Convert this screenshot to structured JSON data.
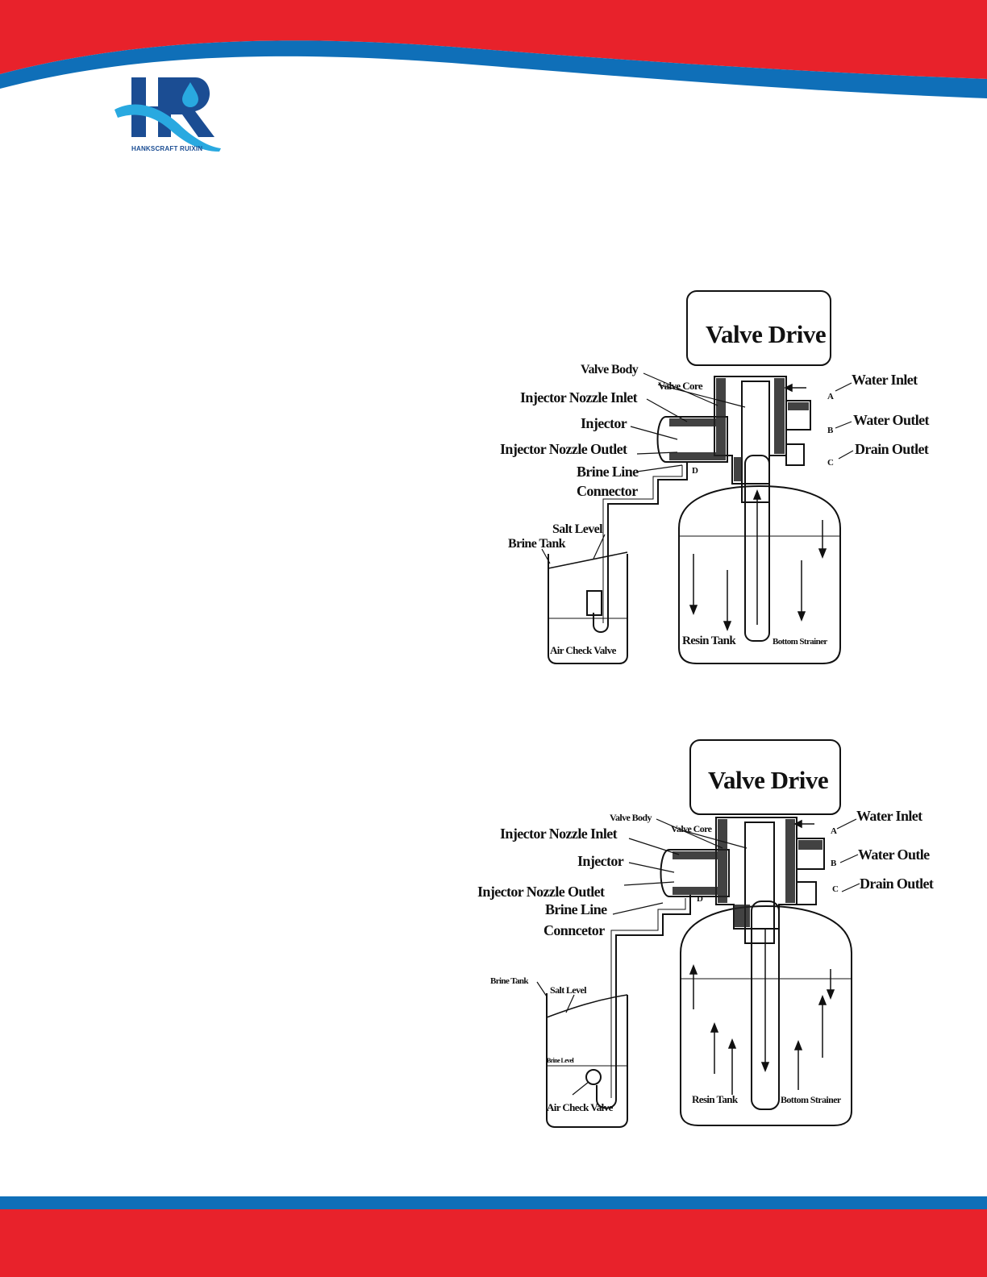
{
  "brand": {
    "name": "HANKSCRAFT RUIXIN",
    "colors": {
      "red": "#e8222b",
      "blue": "#0f6fb8",
      "navy": "#1b4d93",
      "light_blue": "#29a9e0"
    }
  },
  "diagrams": [
    {
      "valve_drive": "Valve Drive",
      "labels": {
        "valve_body": "Valve Body",
        "valve_core": "Valve Core",
        "injector_nozzle_inlet": "Injector Nozzle Inlet",
        "injector": "Injector",
        "injector_nozzle_outlet": "Injector Nozzle  Outlet",
        "brine_line": "Brine Line",
        "connector": "Connector",
        "salt_level": "Salt Level",
        "brine_tank": "Brine Tank",
        "air_check_valve": "Air Check Valve",
        "resin_tank": "Resin Tank",
        "bottom_strainer": "Bottom Strainer",
        "water_inlet": "Water Inlet",
        "water_outlet": "Water Outlet",
        "drain_outlet": "Drain Outlet"
      },
      "ports": {
        "a": "A",
        "b": "B",
        "c": "C",
        "d": "D"
      }
    },
    {
      "valve_drive": "Valve Drive",
      "labels": {
        "valve_body": "Valve Body",
        "valve_core": "Valve Core",
        "injector_nozzle_inlet": "Injector Nozzle Inlet",
        "injector": "Injector",
        "injector_nozzle_outlet": "Injector Nozzle  Outlet",
        "brine_line": "Brine Line",
        "connector": "Conncetor",
        "brine_tank": "Brine Tank",
        "salt_level": "Salt Level",
        "brine_level": "Brine Level",
        "air_check_valve": "Air Check Valve",
        "resin_tank": "Resin Tank",
        "bottom_strainer": "Bottom Strainer",
        "water_inlet": "Water Inlet",
        "water_outlet": "Water Outle",
        "drain_outlet": "Drain Outlet"
      },
      "ports": {
        "a": "A",
        "b": "B",
        "c": "C",
        "d": "D"
      }
    }
  ]
}
